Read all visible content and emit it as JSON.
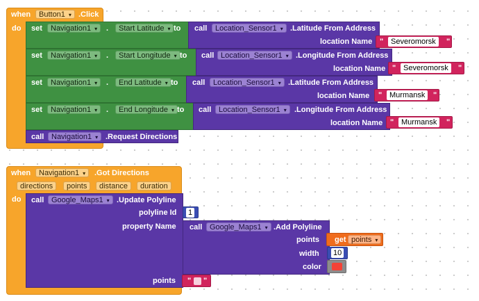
{
  "event1": {
    "when": "when",
    "component": "Button1",
    "event": ".Click",
    "do": "do",
    "rows": [
      {
        "set": "set",
        "component": "Navigation1",
        "dot": ".",
        "property": "Start Latitude",
        "to": "to",
        "call": "call",
        "sensor": "Location_Sensor1",
        "method": ".Latitude From Address",
        "param_label": "location Name",
        "value": "Severomorsk"
      },
      {
        "set": "set",
        "component": "Navigation1",
        "dot": ".",
        "property": "Start Longitude",
        "to": "to",
        "call": "call",
        "sensor": "Location_Sensor1",
        "method": ".Longitude From Address",
        "param_label": "location Name",
        "value": "Severomorsk"
      },
      {
        "set": "set",
        "component": "Navigation1",
        "dot": ".",
        "property": "End Latitude",
        "to": "to",
        "call": "call",
        "sensor": "Location_Sensor1",
        "method": ".Latitude From Address",
        "param_label": "location Name",
        "value": "Murmansk"
      },
      {
        "set": "set",
        "component": "Navigation1",
        "dot": ".",
        "property": "End Longitude",
        "to": "to",
        "call": "call",
        "sensor": "Location_Sensor1",
        "method": ".Longitude From Address",
        "param_label": "location Name",
        "value": "Murmansk"
      }
    ],
    "request": {
      "call": "call",
      "component": "Navigation1",
      "method": ".Request Directions"
    }
  },
  "event2": {
    "when": "when",
    "component": "Navigation1",
    "event": ".Got Directions",
    "do": "do",
    "params": [
      "directions",
      "points",
      "distance",
      "duration"
    ],
    "update": {
      "call": "call",
      "component": "Google_Maps1",
      "method": ".Update Polyline",
      "polyline_id_label": "polyline Id",
      "polyline_id": "1",
      "property_name_label": "property Name",
      "points_label": "points"
    },
    "add": {
      "call": "call",
      "component": "Google_Maps1",
      "method": ".Add Polyline",
      "points_label": "points",
      "get": "get",
      "get_var": "points",
      "width_label": "width",
      "width": "10",
      "color_label": "color",
      "color_value": "#f44336"
    }
  },
  "quote": "\"",
  "dropdown_arrow": "▾",
  "colors": {
    "event": "#f7a52b",
    "setter": "#3f9142",
    "method": "#5a37a6",
    "text": "#d1245d",
    "number": "#3a4db3",
    "get": "#f06c1c"
  }
}
